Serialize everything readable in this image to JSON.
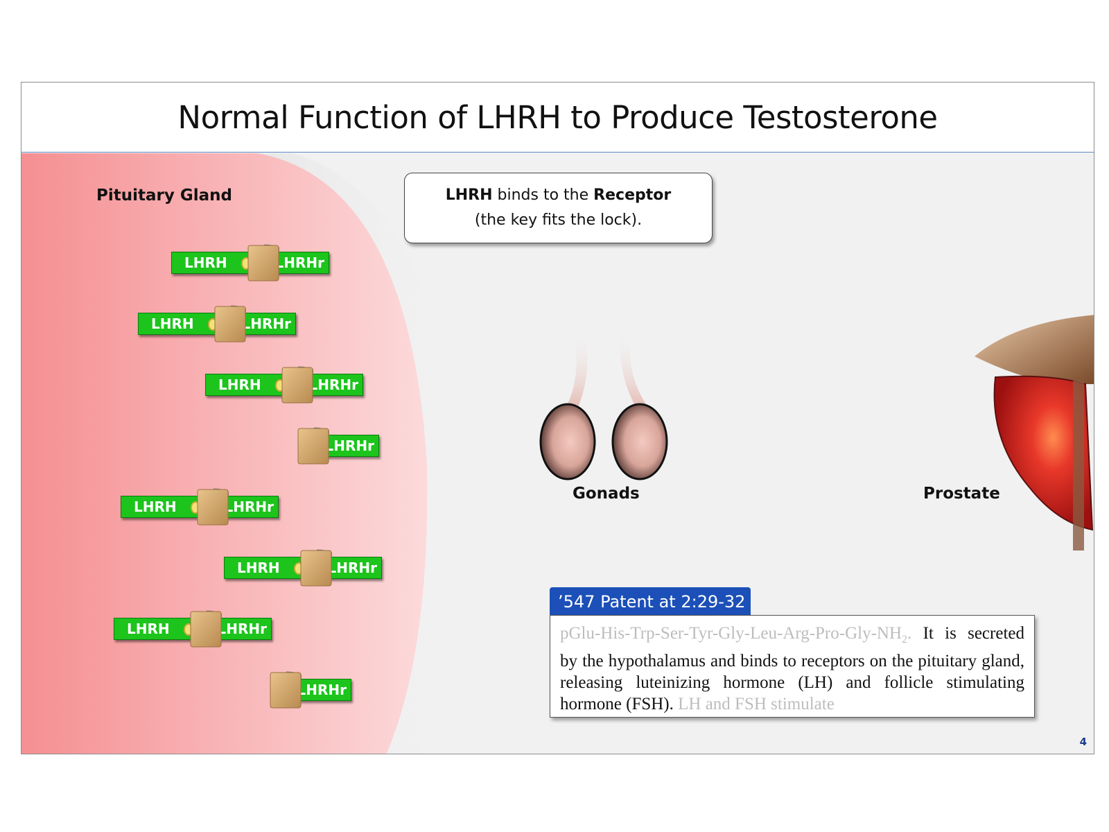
{
  "title": "Normal Function of LHRH to Produce Testosterone",
  "pituitary_label": "Pituitary Gland",
  "callout": {
    "bold1": "LHRH",
    "text1": " binds to the ",
    "bold2": "Receptor",
    "line2": "(the key fits the lock)."
  },
  "key_label": "LHRH",
  "receptor_label": "LHRHr",
  "gonads_label": "Gonads",
  "prostate_label": "Prostate",
  "patent": {
    "tab": "’547 Patent at 2:29-32",
    "faded_start": "pGlu-His-Trp-Ser-Tyr-Gly-Leu-Arg-Pro-Gly-NH",
    "faded_sub": "2",
    "faded_end": ".",
    "body": " It is secreted by the hypothalamus and binds to receptors on the pituitary gland, releasing luteinizing hormone (LH) and follicle stimulating hormone (FSH). ",
    "faded_tail": "LH and FSH stimulate"
  },
  "page_number": "4",
  "colors": {
    "key_green": "#1cc41c",
    "pituitary_pink": "#f7989a",
    "patent_blue": "#1c50b8"
  },
  "icons": {
    "lock": "padlock-icon",
    "gonads": "gonads-illustration",
    "prostate": "prostate-illustration"
  }
}
